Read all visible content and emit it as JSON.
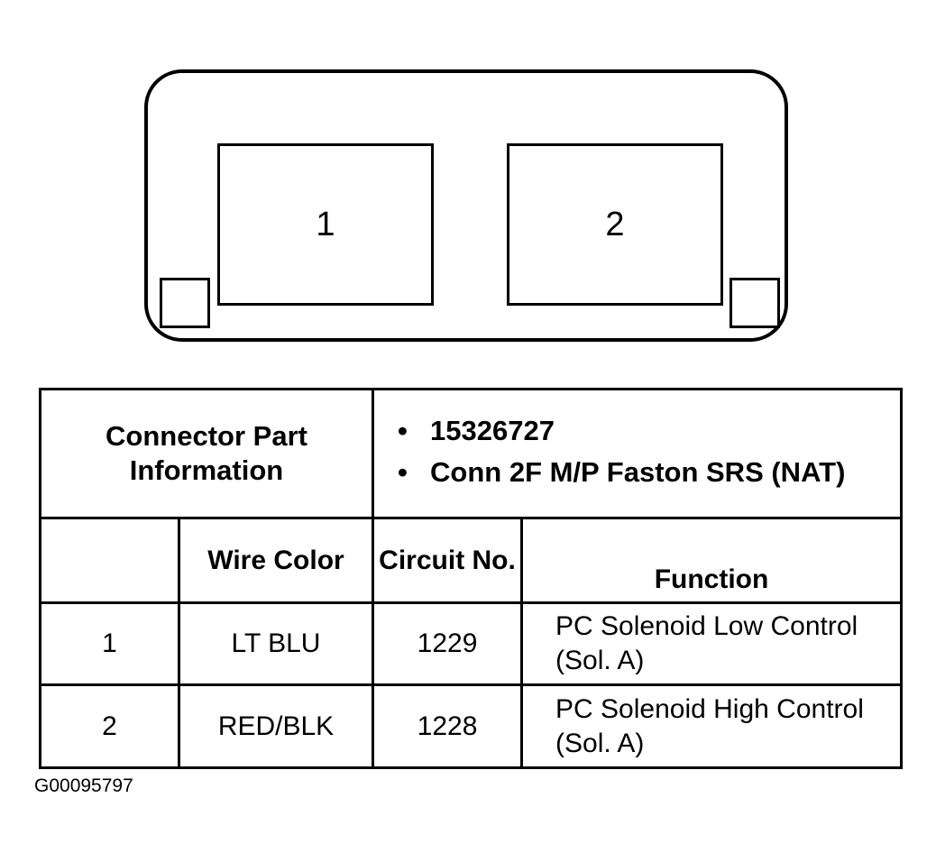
{
  "connector": {
    "cavities": [
      "1",
      "2"
    ]
  },
  "table": {
    "part_info_label": "Connector Part Information",
    "part_info_items": [
      "15326727",
      "Conn 2F M/P Faston SRS (NAT)"
    ],
    "columns": {
      "pin": "",
      "wire_color": "Wire Color",
      "circuit": "Circuit No.",
      "function": "Function"
    },
    "rows": [
      {
        "pin": "1",
        "wire_color": "LT BLU",
        "circuit": "1229",
        "function": "PC Solenoid Low Control (Sol. A)"
      },
      {
        "pin": "2",
        "wire_color": "RED/BLK",
        "circuit": "1228",
        "function": "PC Solenoid High Control (Sol. A)"
      }
    ]
  },
  "figure_code": "G00095797"
}
